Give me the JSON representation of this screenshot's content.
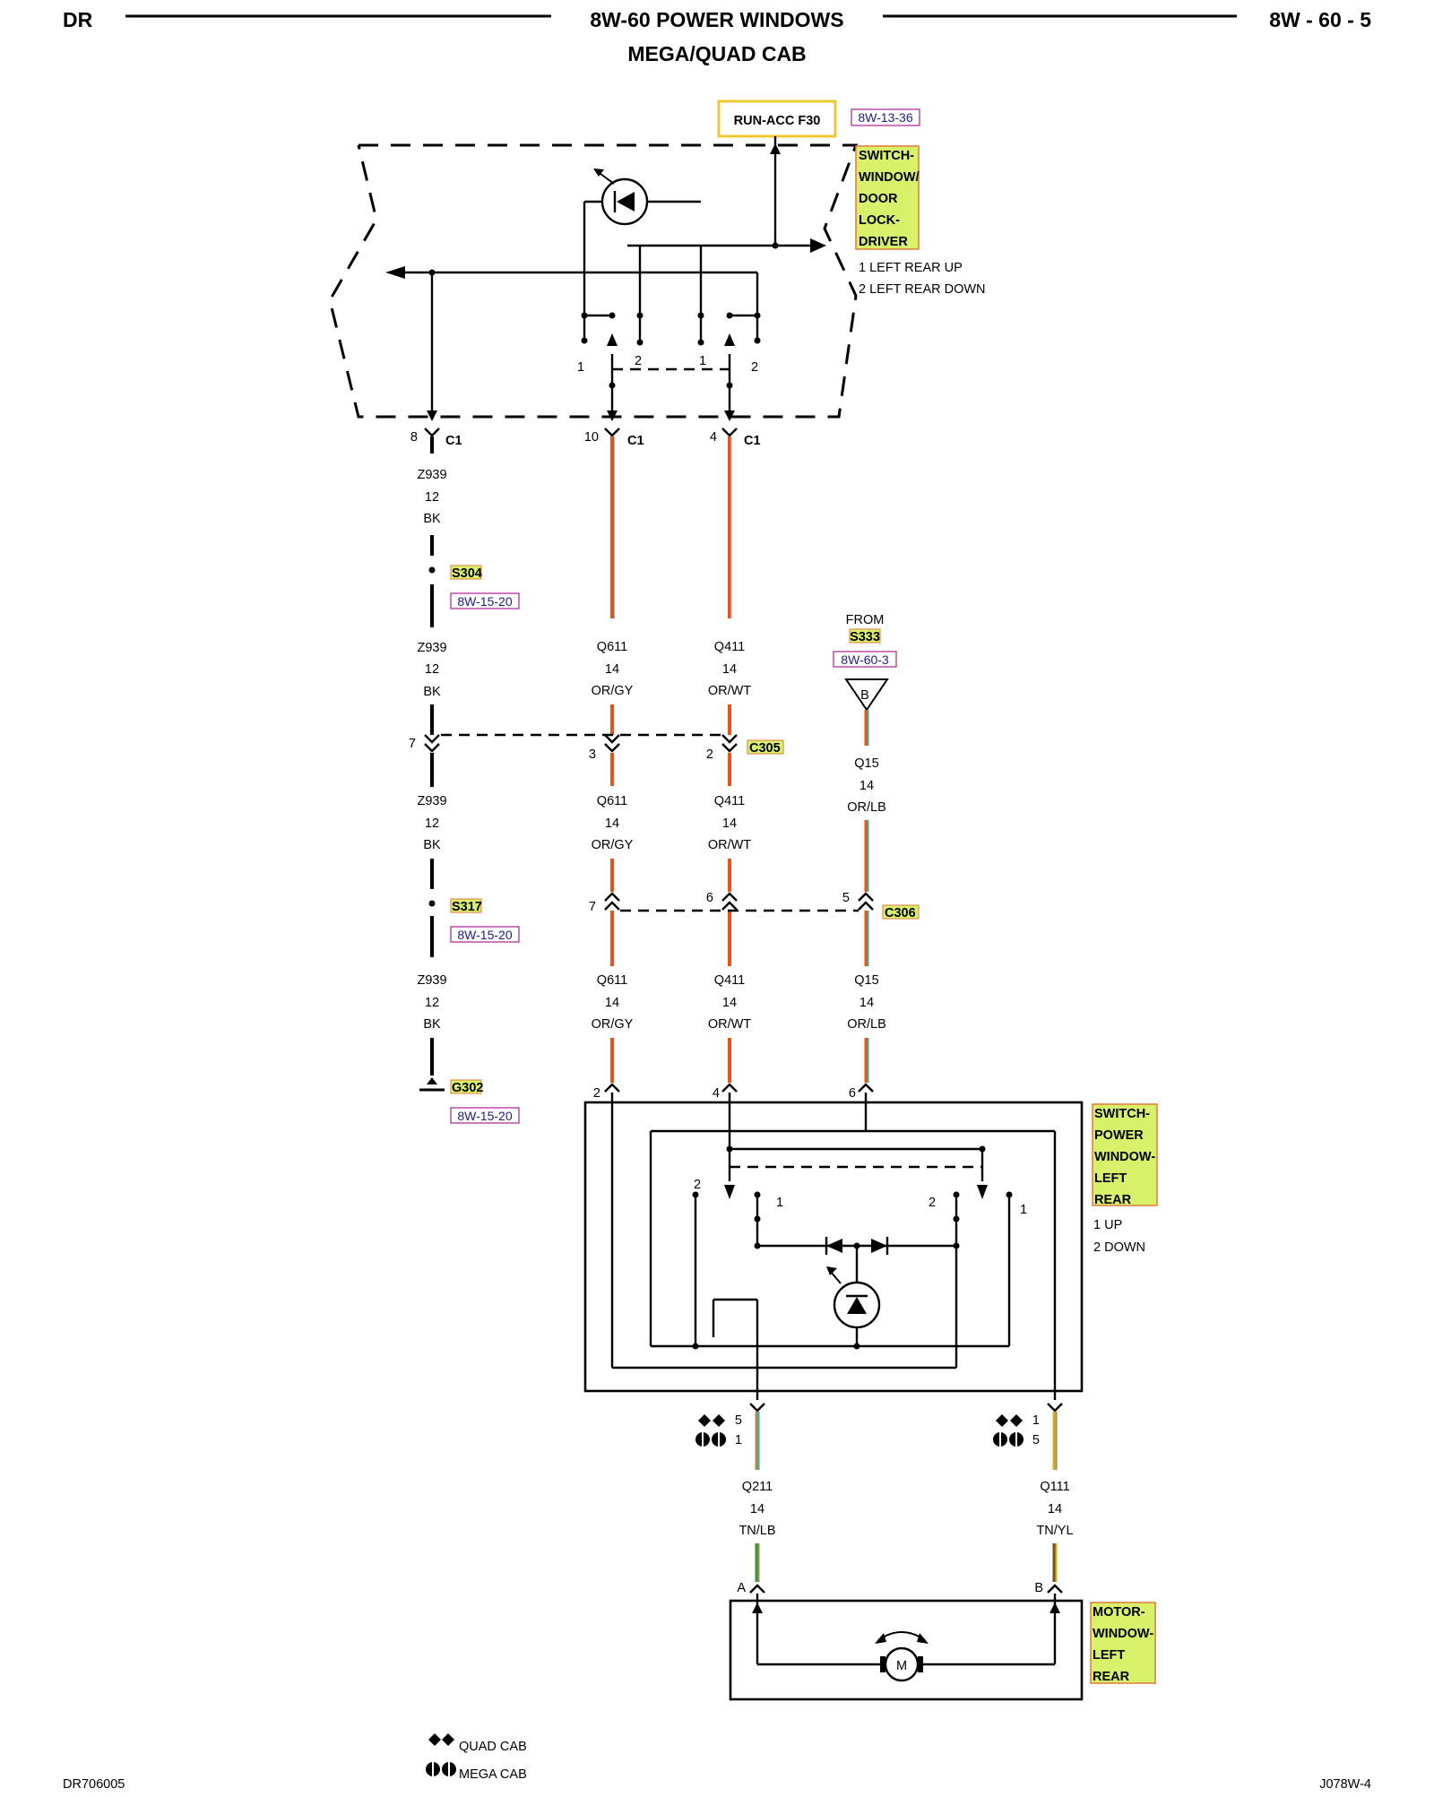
{
  "header": {
    "left": "DR",
    "title": "8W-60 POWER WINDOWS",
    "subtitle": "MEGA/QUAD CAB",
    "page": "8W - 60 - 5"
  },
  "footer": {
    "left": "DR706005",
    "right": "J078W-4"
  },
  "legend": {
    "quad": "QUAD CAB",
    "mega": "MEGA CAB"
  },
  "components": {
    "driver_switch": {
      "name_lines": [
        "SWITCH-",
        "WINDOW/",
        "DOOR",
        "LOCK-",
        "DRIVER"
      ],
      "notes": [
        "1 LEFT REAR UP",
        "2 LEFT REAR DOWN"
      ],
      "contacts": [
        "1",
        "2",
        "1",
        "2"
      ]
    },
    "run_acc_fuse": "RUN-ACC F30",
    "run_acc_ref": "8W-13-36",
    "lr_switch": {
      "name_lines": [
        "SWITCH-",
        "POWER",
        "WINDOW-",
        "LEFT",
        "REAR"
      ],
      "notes": [
        "1 UP",
        "2 DOWN"
      ],
      "contacts": [
        "2",
        "1",
        "2",
        "1"
      ]
    },
    "motor": {
      "name_lines": [
        "MOTOR-",
        "WINDOW-",
        "LEFT",
        "REAR"
      ],
      "symbol": "M"
    }
  },
  "connectors": {
    "c1": "C1",
    "c305": "C305",
    "c306": "C306",
    "s304": "S304",
    "s304_ref": "8W-15-20",
    "s317": "S317",
    "s317_ref": "8W-15-20",
    "g302": "G302",
    "g302_ref": "8W-15-20",
    "from": "FROM",
    "s333": "S333",
    "s333_ref": "8W-60-3",
    "s333_pin": "B"
  },
  "pins": {
    "c1_z939": "8",
    "c1_q611": "10",
    "c1_q411": "4",
    "c305_z939": "7",
    "c305_q611": "3",
    "c305_q411": "2",
    "c306_q611": "7",
    "c306_q411": "6",
    "c306_q15": "5",
    "sw_q611": "2",
    "sw_q411": "4",
    "sw_q15": "6",
    "sw_q211_quad": "5",
    "sw_q211_mega": "1",
    "sw_q111_quad": "1",
    "sw_q111_mega": "5",
    "motor_a": "A",
    "motor_b": "B"
  },
  "wires": {
    "z939": {
      "circuit": "Z939",
      "gauge": "12",
      "color": "BK"
    },
    "q611": {
      "circuit": "Q611",
      "gauge": "14",
      "color": "OR/GY"
    },
    "q411": {
      "circuit": "Q411",
      "gauge": "14",
      "color": "OR/WT"
    },
    "q15": {
      "circuit": "Q15",
      "gauge": "14",
      "color": "OR/LB"
    },
    "q211": {
      "circuit": "Q211",
      "gauge": "14",
      "color": "TN/LB"
    },
    "q111": {
      "circuit": "Q111",
      "gauge": "14",
      "color": "TN/YL"
    }
  },
  "colors": {
    "orange": "#e8531a",
    "teal": "#2fb3a8",
    "tan": "#b08848",
    "green": "#2e9a3a",
    "yellow": "#d4b020",
    "highlight": "#d8f06a",
    "black": "#000000"
  }
}
